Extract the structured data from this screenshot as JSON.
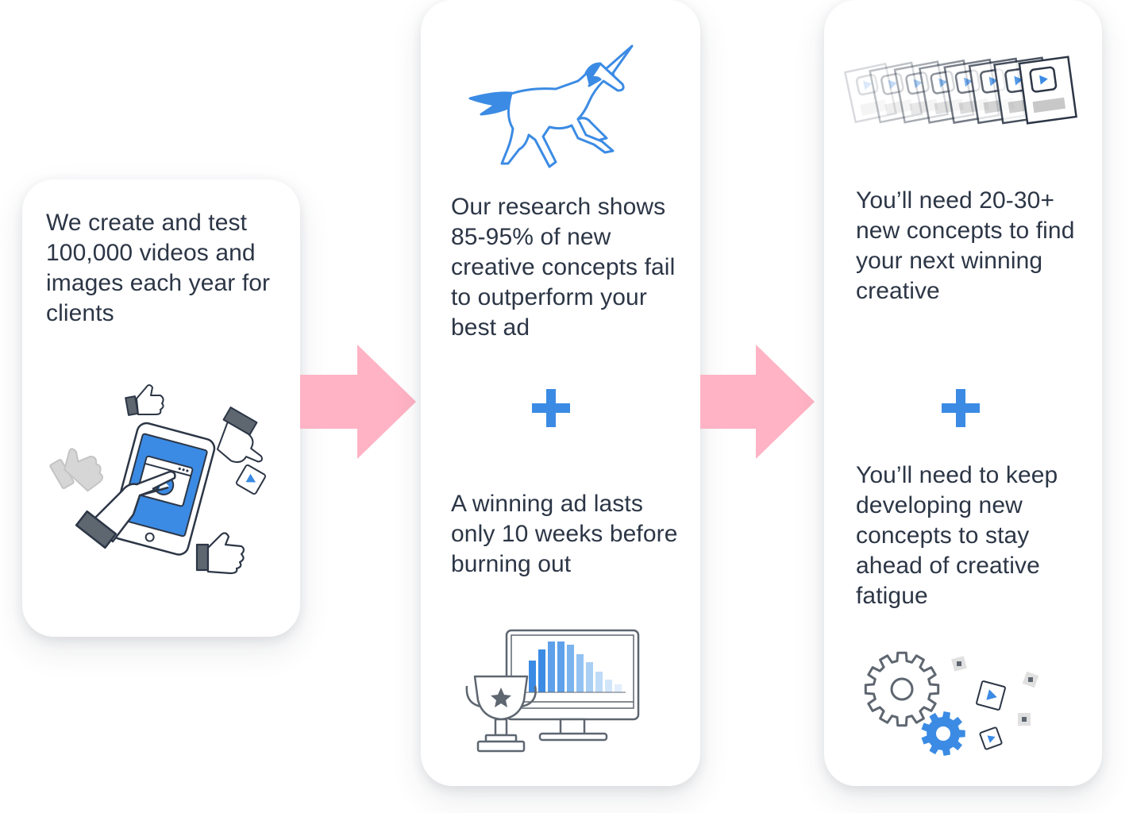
{
  "colors": {
    "accent_blue": "#3b8be4",
    "arrow_pink": "#ffb3c4",
    "ink": "#2c3646"
  },
  "steps": [
    {
      "text": "We create and test 100,000 videos and images each year for clients",
      "icons": [
        "tablet-video-icon",
        "thumbs-up-icon",
        "pointing-hand-icon",
        "play-tile-icon"
      ]
    },
    {
      "text_top": "Our research shows 85-95% of new creative concepts fail to outperform your best ad",
      "text_bottom": "A winning ad lasts only 10 weeks before burning out",
      "icons": [
        "unicorn-icon",
        "plus-icon",
        "trophy-icon",
        "monitor-chart-icon"
      ]
    },
    {
      "text_top": "You’ll need 20-30+ new concepts to find your next winning creative",
      "text_bottom": "You’ll need to keep developing new concepts to stay ahead of creative fatigue",
      "icons": [
        "stacked-video-cards-icon",
        "plus-icon",
        "gears-icon",
        "play-tile-icon"
      ]
    }
  ]
}
